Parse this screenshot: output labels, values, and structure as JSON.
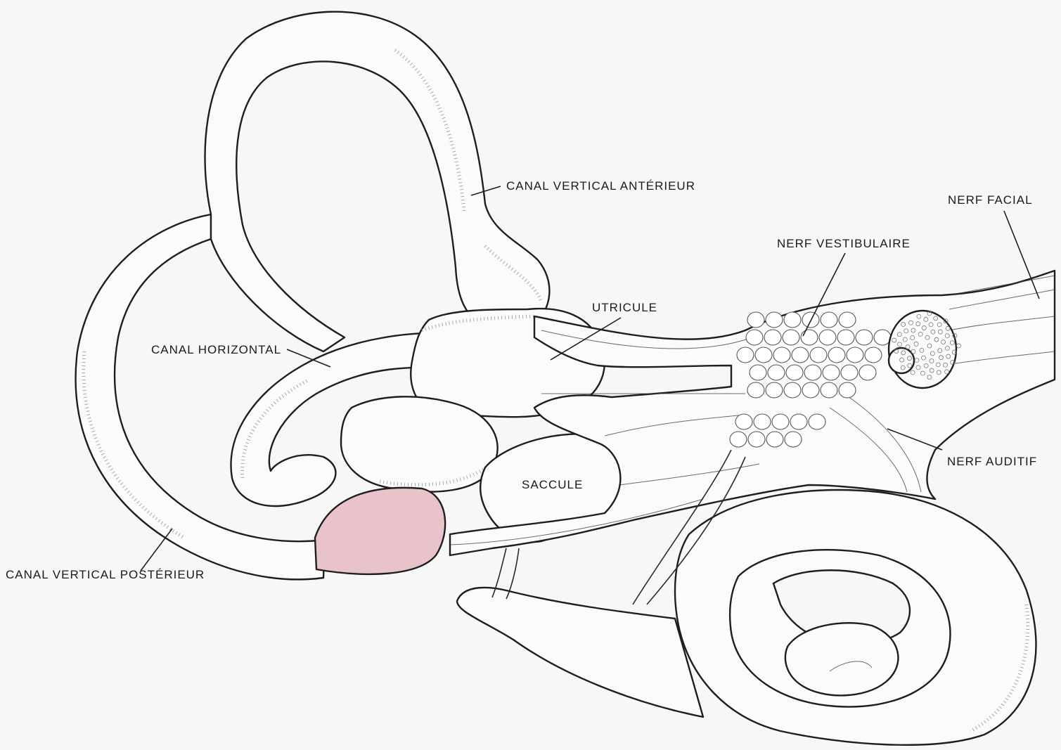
{
  "colors": {
    "background": "#f7f7f7",
    "ink": "#1e1e1e",
    "ampulla_highlight": "#e8c3ca"
  },
  "labels": {
    "canal_vertical_anterieur": "CANAL VERTICAL ANTÉRIEUR",
    "nerf_facial": "NERF FACIAL",
    "nerf_vestibulaire": "NERF VESTIBULAIRE",
    "utricule": "UTRICULE",
    "canal_horizontal": "CANAL HORIZONTAL",
    "saccule": "SACCULE",
    "nerf_auditif": "NERF AUDITIF",
    "canal_vertical_posterieur": "CANAL VERTICAL POSTÉRIEUR"
  }
}
